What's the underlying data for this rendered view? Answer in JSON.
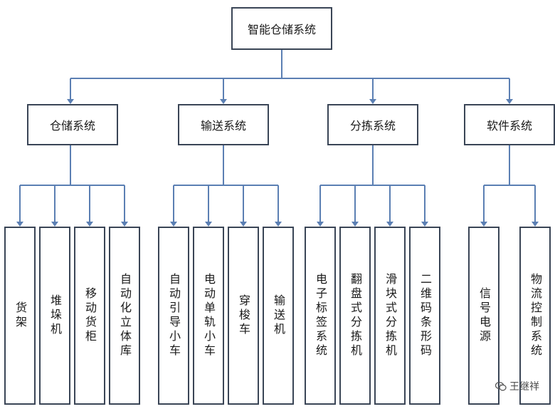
{
  "root": {
    "label": "智能仓储系统"
  },
  "categories": [
    {
      "label": "仓储系统",
      "items": [
        "货架",
        "堆垛机",
        "移动货柜",
        "自动化立体库"
      ]
    },
    {
      "label": "输送系统",
      "items": [
        "自动引导小车",
        "电动单轨小车",
        "穿梭车",
        "输送机"
      ]
    },
    {
      "label": "分拣系统",
      "items": [
        "电子标签系统",
        "翻盘式分拣机",
        "滑块式分拣机",
        "二维码条形码"
      ]
    },
    {
      "label": "软件系统",
      "items": [
        "信号电源",
        "物流控制系统"
      ]
    }
  ],
  "watermark": {
    "text": "王继祥",
    "icon": "wechat-icon"
  },
  "colors": {
    "connector": "#5b7fb3",
    "border": "#3a4556"
  }
}
